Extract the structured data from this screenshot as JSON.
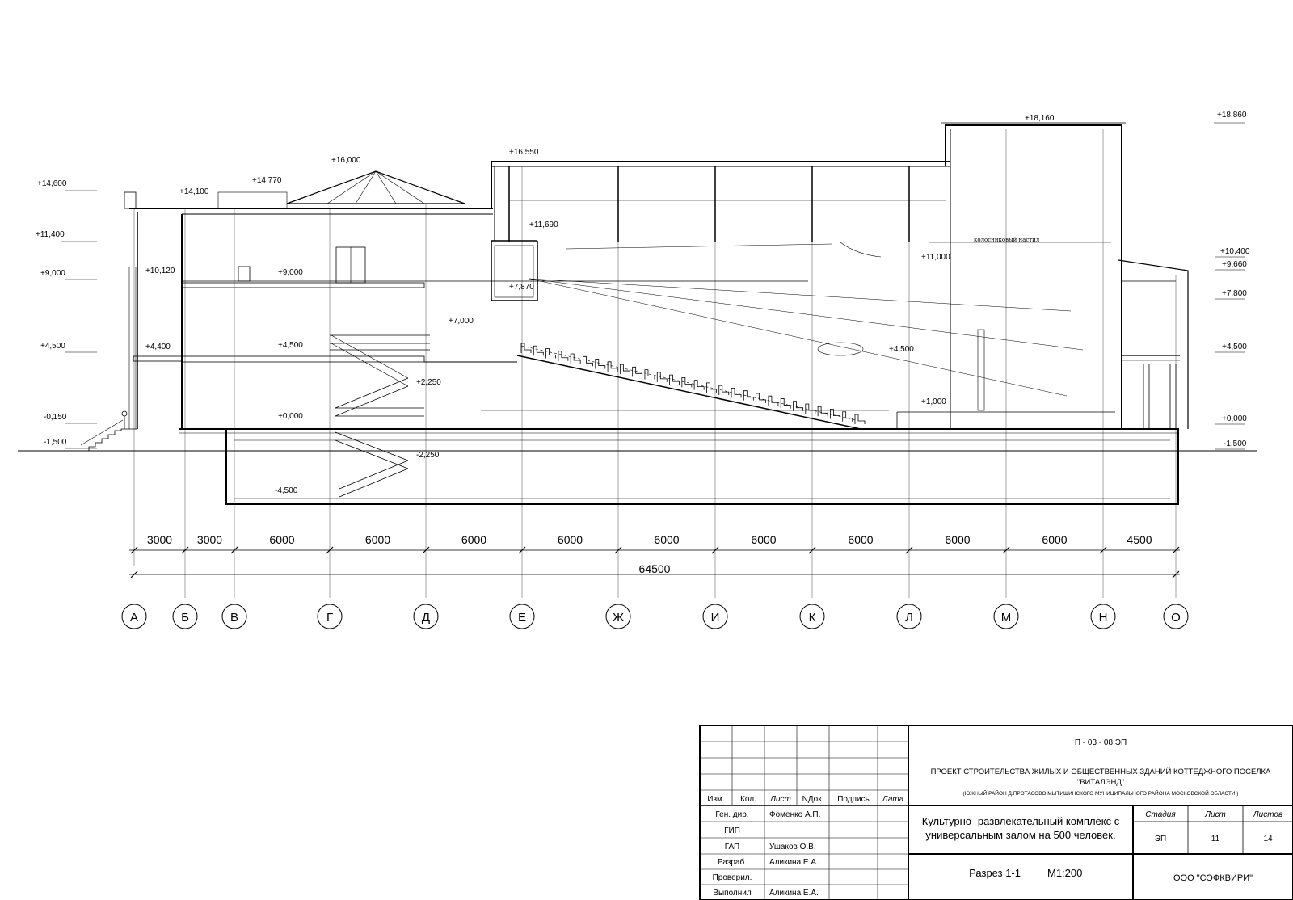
{
  "drawing": {
    "levels_left": [
      "+14,600",
      "+11,400",
      "+9,000",
      "+4,500",
      "-0,150",
      "-1,500"
    ],
    "levels_right": [
      "+18,860",
      "+10,400",
      "+9,660",
      "+7,800",
      "+4,500",
      "+0,000",
      "-1,500"
    ],
    "levels_inner": [
      "+14,100",
      "+14,770",
      "+16,000",
      "+16,550",
      "+18,160",
      "+10,120",
      "+9,000",
      "+4,400",
      "+4,500",
      "+0,000",
      "-4,500",
      "+2,250",
      "-2,250",
      "+7,000",
      "+7,870",
      "+11,690",
      "+11,000",
      "+4,500",
      "+1,000"
    ],
    "room_note": "колосниковый настил",
    "spans": [
      "3000",
      "3000",
      "6000",
      "6000",
      "6000",
      "6000",
      "6000",
      "6000",
      "6000",
      "6000",
      "6000",
      "4500"
    ],
    "total": "64500",
    "axes": [
      "А",
      "Б",
      "В",
      "Г",
      "Д",
      "Е",
      "Ж",
      "И",
      "К",
      "Л",
      "М",
      "Н",
      "О"
    ]
  },
  "title_block": {
    "code": "П - 03 - 08  ЭП",
    "project_line1": "ПРОЕКТ СТРОИТЕЛЬСТВА ЖИЛЫХ И ОБЩЕСТВЕННЫХ ЗДАНИЙ КОТТЕДЖНОГО ПОСЕЛКА",
    "project_line2": "\"ВИТАЛЭНД\"",
    "project_line3": "(ЮЖНЫЙ РАЙОН Д.ПРОТАСОВО МЫТИЩИНСКОГО МУНИЦИПАЛЬНОГО РАЙОНА МОСКОВСКОЙ ОБЛАСТИ )",
    "headers": [
      "Изм.",
      "Кол.",
      "Лист",
      "NДок.",
      "Подпись",
      "Дата"
    ],
    "roles": [
      "Ген. дир.",
      "ГИП",
      "ГАП",
      "Разраб.",
      "Проверил.",
      "Выполнил"
    ],
    "names": [
      "Фоменко А.П.",
      "",
      "Ушаков О.В.",
      "Аликина Е.А.",
      "",
      "Аликина Е.А."
    ],
    "object_line1": "Культурно- развлекательный комплекс с",
    "object_line2": "универсальным залом на  500 человек.",
    "stage_label": "Стадия",
    "sheet_label": "Лист",
    "sheets_label": "Листов",
    "stage": "ЭП",
    "sheet": "11",
    "sheets": "14",
    "sheet_title": "Разрез 1-1",
    "scale": "М1:200",
    "company": "ООО \"СОФКВИРИ\""
  }
}
